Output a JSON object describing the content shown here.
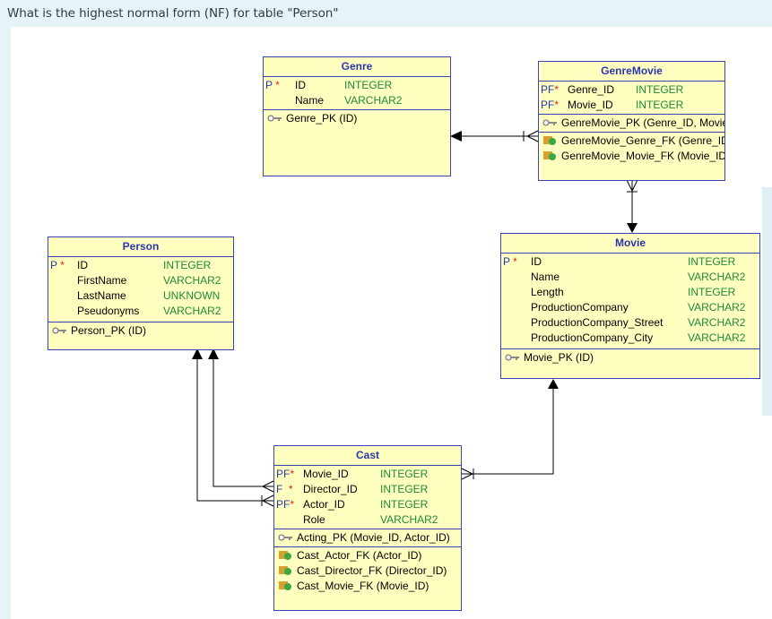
{
  "question": "What is the highest normal form (NF) for table \"Person\"",
  "colors": {
    "border": "#3744b8",
    "fill": "#ffffc0",
    "type": "#1d8a3a",
    "title": "#2a35b0",
    "required": "#e02020"
  },
  "tables": {
    "genre": {
      "name": "Genre",
      "columns": [
        {
          "flag": "P",
          "star": "*",
          "name": "ID",
          "type": "INTEGER"
        },
        {
          "flag": "",
          "star": "",
          "name": "Name",
          "type": "VARCHAR2"
        }
      ],
      "keys": [
        "Genre_PK (ID)"
      ]
    },
    "genremovie": {
      "name": "GenreMovie",
      "columns": [
        {
          "flag": "PF",
          "star": "*",
          "name": "Genre_ID",
          "type": "INTEGER"
        },
        {
          "flag": "PF",
          "star": "*",
          "name": "Movie_ID",
          "type": "INTEGER"
        }
      ],
      "keys": [
        "GenreMovie_PK (Genre_ID, Movie"
      ],
      "fks": [
        "GenreMovie_Genre_FK (Genre_ID",
        "GenreMovie_Movie_FK (Movie_ID)"
      ]
    },
    "person": {
      "name": "Person",
      "columns": [
        {
          "flag": "P",
          "star": "*",
          "name": "ID",
          "type": "INTEGER"
        },
        {
          "flag": "",
          "star": "",
          "name": "FirstName",
          "type": "VARCHAR2"
        },
        {
          "flag": "",
          "star": "",
          "name": "LastName",
          "type": "UNKNOWN"
        },
        {
          "flag": "",
          "star": "",
          "name": "Pseudonyms",
          "type": "VARCHAR2"
        }
      ],
      "keys": [
        "Person_PK (ID)"
      ]
    },
    "movie": {
      "name": "Movie",
      "columns": [
        {
          "flag": "P",
          "star": "*",
          "name": "ID",
          "type": "INTEGER"
        },
        {
          "flag": "",
          "star": "",
          "name": "Name",
          "type": "VARCHAR2"
        },
        {
          "flag": "",
          "star": "",
          "name": "Length",
          "type": "INTEGER"
        },
        {
          "flag": "",
          "star": "",
          "name": "ProductionCompany",
          "type": "VARCHAR2"
        },
        {
          "flag": "",
          "star": "",
          "name": "ProductionCompany_Street",
          "type": "VARCHAR2"
        },
        {
          "flag": "",
          "star": "",
          "name": "ProductionCompany_City",
          "type": "VARCHAR2"
        }
      ],
      "keys": [
        "Movie_PK (ID)"
      ]
    },
    "cast": {
      "name": "Cast",
      "columns": [
        {
          "flag": "PF",
          "star": "*",
          "name": "Movie_ID",
          "type": "INTEGER"
        },
        {
          "flag": "F",
          "star": "*",
          "name": "Director_ID",
          "type": "INTEGER"
        },
        {
          "flag": "PF",
          "star": "*",
          "name": "Actor_ID",
          "type": "INTEGER"
        },
        {
          "flag": "",
          "star": "",
          "name": "Role",
          "type": "VARCHAR2"
        }
      ],
      "keys": [
        "Acting_PK (Movie_ID, Actor_ID)"
      ],
      "fks": [
        "Cast_Actor_FK (Actor_ID)",
        "Cast_Director_FK (Director_ID)",
        "Cast_Movie_FK (Movie_ID)"
      ]
    }
  },
  "icons": {
    "key": "key-icon",
    "foreign_key": "foreign-key-icon"
  }
}
